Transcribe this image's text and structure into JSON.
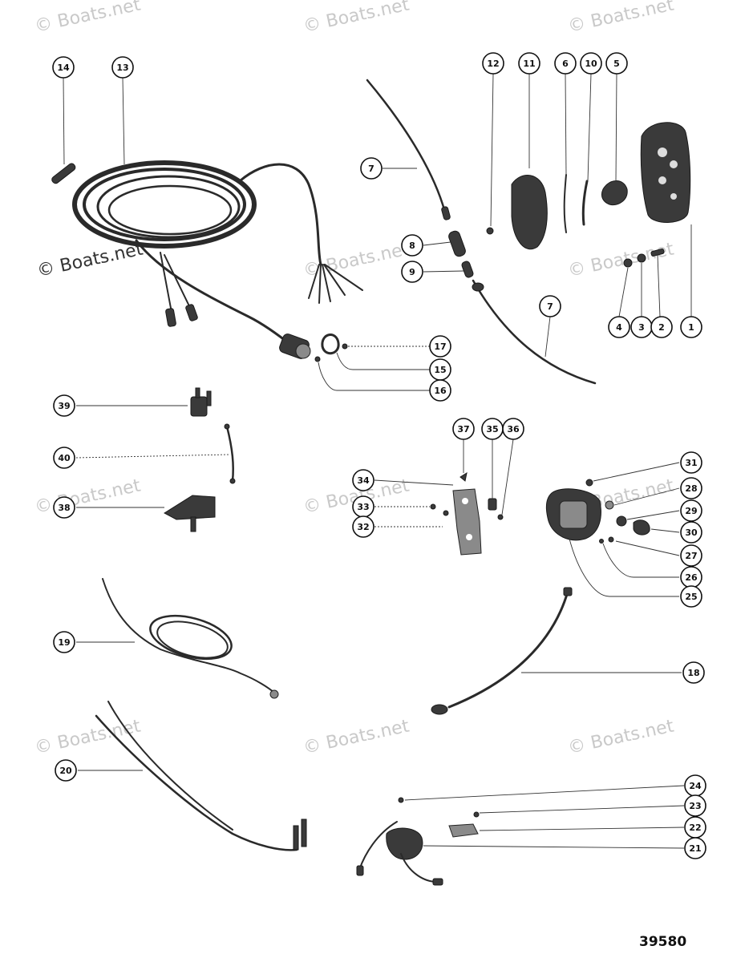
{
  "watermark": "© Boats.net",
  "figure_number": "39580",
  "callouts": [
    "1",
    "2",
    "3",
    "4",
    "5",
    "6",
    "7",
    "8",
    "9",
    "10",
    "11",
    "12",
    "13",
    "14",
    "15",
    "16",
    "17",
    "18",
    "19",
    "20",
    "21",
    "22",
    "23",
    "24",
    "25",
    "26",
    "27",
    "28",
    "29",
    "30",
    "31",
    "32",
    "33",
    "34",
    "35",
    "36",
    "37",
    "38",
    "39",
    "40"
  ]
}
